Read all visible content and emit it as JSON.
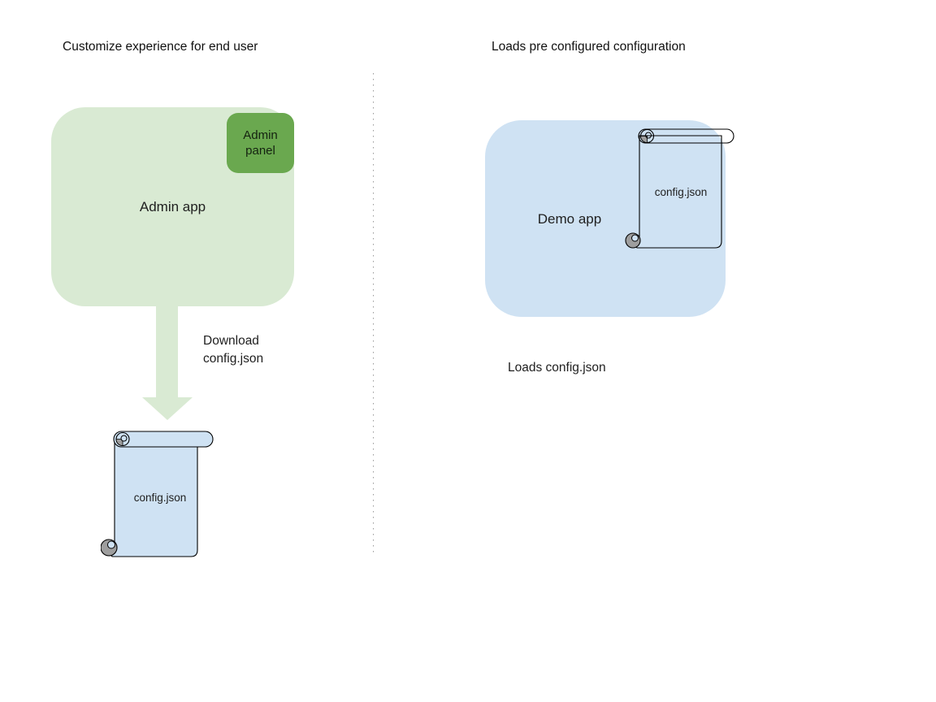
{
  "diagram": {
    "left": {
      "title": "Customize experience for end user",
      "admin_app_label": "Admin app",
      "admin_panel_label": "Admin panel",
      "download_label": "Download\nconfig.json",
      "config_file_label": "config.json"
    },
    "right": {
      "title": "Loads pre configured configuration",
      "demo_app_label": "Demo app",
      "config_file_label": "config.json",
      "caption": "Loads config.json"
    },
    "colors": {
      "admin_app_fill": "#d9ead3",
      "admin_panel_fill": "#6aa84f",
      "arrow_fill": "#d9ead3",
      "demo_app_fill": "#cfe2f3",
      "scroll_fill": "#cfe2f3",
      "scroll_curl_gray": "#9e9e9e",
      "outline": "#000000",
      "divider_dots": "#999999",
      "text": "#1f1f1f"
    }
  }
}
